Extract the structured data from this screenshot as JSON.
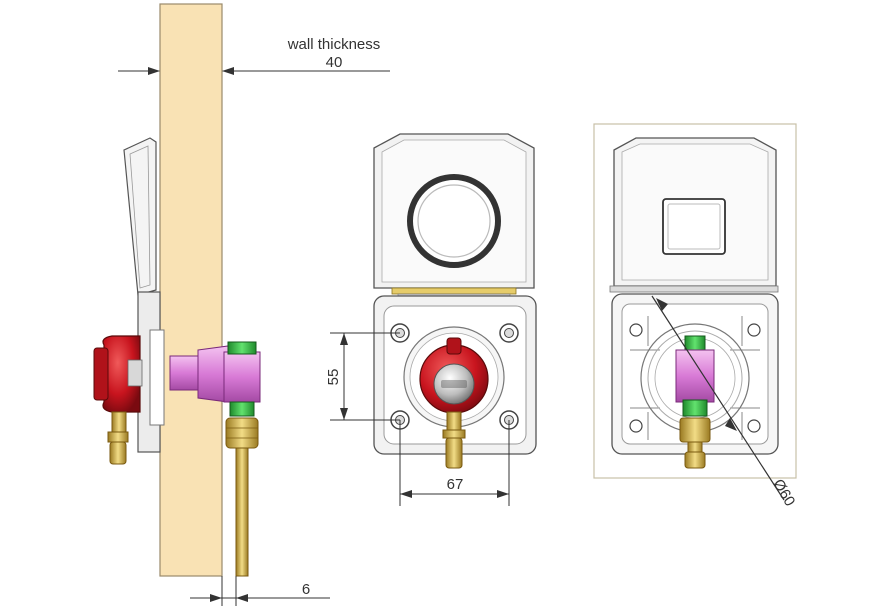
{
  "annotations": {
    "wall_label": "wall thickness",
    "wall_thickness": "40",
    "pipe_offset": "6",
    "height_dim": "55",
    "width_dim": "67",
    "diameter_dim": "Ø60"
  },
  "colors": {
    "wall": "#f9e2b4",
    "regulator_red": "#c8141e",
    "connector_pink": "#e08adf",
    "fitting_green": "#3ec24a",
    "brass": "#d6b64b",
    "box_grey": "#ececec",
    "line": "#2a2a2a"
  }
}
